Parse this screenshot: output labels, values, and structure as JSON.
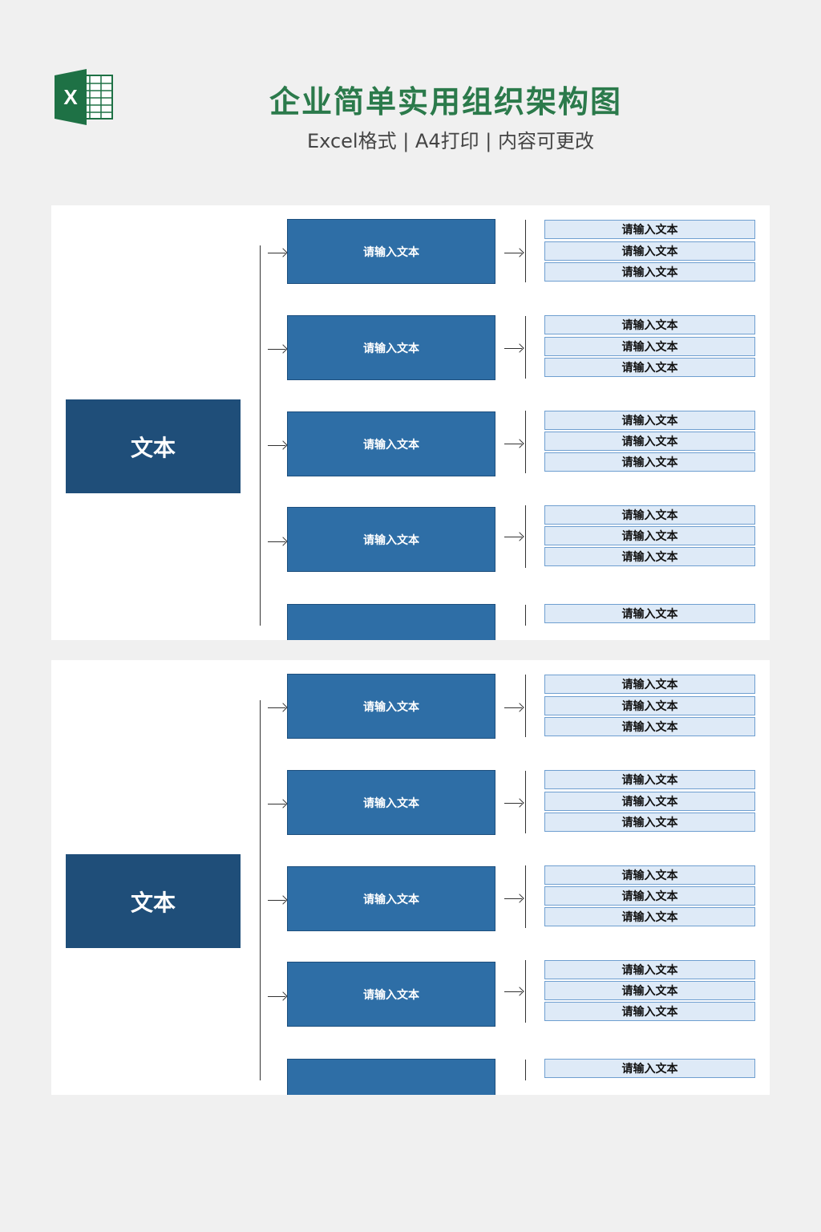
{
  "header": {
    "logo_letter": "X",
    "title": "企业简单实用组织架构图",
    "subtitle": "Excel格式 | A4打印 | 内容可更改"
  },
  "charts": [
    {
      "root": "文本",
      "groups": [
        {
          "label": "请输入文本",
          "items": [
            "请输入文本",
            "请输入文本",
            "请输入文本"
          ]
        },
        {
          "label": "请输入文本",
          "items": [
            "请输入文本",
            "请输入文本",
            "请输入文本"
          ]
        },
        {
          "label": "请输入文本",
          "items": [
            "请输入文本",
            "请输入文本",
            "请输入文本"
          ]
        },
        {
          "label": "请输入文本",
          "items": [
            "请输入文本",
            "请输入文本",
            "请输入文本"
          ]
        },
        {
          "label": "",
          "items": [
            "请输入文本"
          ]
        }
      ]
    },
    {
      "root": "文本",
      "groups": [
        {
          "label": "请输入文本",
          "items": [
            "请输入文本",
            "请输入文本",
            "请输入文本"
          ]
        },
        {
          "label": "请输入文本",
          "items": [
            "请输入文本",
            "请输入文本",
            "请输入文本"
          ]
        },
        {
          "label": "请输入文本",
          "items": [
            "请输入文本",
            "请输入文本",
            "请输入文本"
          ]
        },
        {
          "label": "请输入文本",
          "items": [
            "请输入文本",
            "请输入文本",
            "请输入文本"
          ]
        },
        {
          "label": "",
          "items": [
            "请输入文本"
          ]
        }
      ]
    }
  ],
  "colors": {
    "title_green": "#2b7a4b",
    "root_fill": "#1f4e79",
    "mid_fill": "#2e6ea6",
    "leaf_fill": "#deeaf7",
    "leaf_border": "#6f9fd0"
  }
}
